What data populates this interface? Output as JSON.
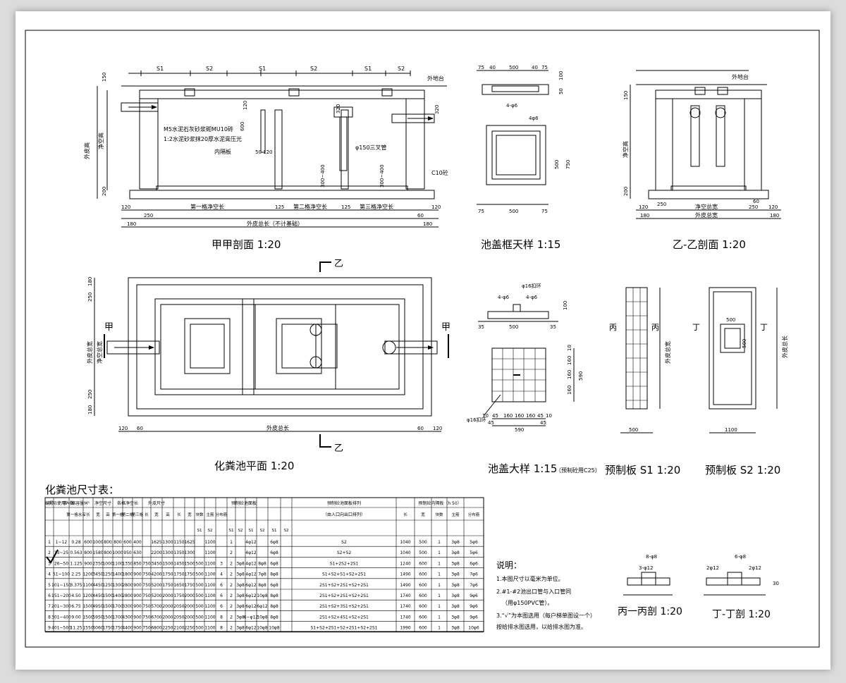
{
  "views": {
    "section_aa": {
      "title": "甲甲剖面 1:20"
    },
    "cover_frame": {
      "title": "池盖框天样 1:15"
    },
    "section_bb": {
      "title": "乙-乙剖面 1:20"
    },
    "plan": {
      "title": "化粪池平面 1:20"
    },
    "cover_detail": {
      "title": "池盖大样 1:15",
      "note": "（预制砼用C25）"
    },
    "slab_s1": {
      "title": "预制板 S1 1:20"
    },
    "slab_s2": {
      "title": "预制板 S2 1:20"
    },
    "section_cc": {
      "title": "丙一丙剖 1:20"
    },
    "section_dd": {
      "title": "丁-丁剖 1:20"
    }
  },
  "labels": {
    "s1": "S1",
    "s2": "S2",
    "ground": "外地台",
    "outer_height": "外皮高",
    "clear_height": "净空高",
    "wall_note": "M5水泥石灰砂浆砌MU10砖",
    "plaster_note": "1:2水泥砂浆抹20厚水泥膏压光",
    "partition": "内隔板",
    "tee_pipe": "φ150三叉管",
    "c10": "C10砼",
    "first_clear": "第一格净空长",
    "second_clear": "第二格净空长",
    "third_clear": "第三格净空长",
    "outer_length_nf": "外皮总长（不计基础）",
    "outer_length": "外皮总长",
    "outer_width": "外皮总宽",
    "clear_width": "净空总宽",
    "jia": "甲",
    "yi": "乙",
    "bing": "丙",
    "ding": "丁",
    "hook": "φ16扣环",
    "rebar_4d6": "4-φ6",
    "rebar_4d6b": "4φ6",
    "rebar_8d8": "8-φ8",
    "rebar_6d8": "6-φ8",
    "rebar_3d12": "3-φ12",
    "rebar_2d12": "2φ12",
    "d120": "120",
    "d180": "180",
    "d250": "250",
    "d200": "200",
    "d150": "150",
    "d320": "320",
    "d600": "600",
    "d50": "50",
    "d125": "125",
    "d300": "300",
    "d60": "60",
    "d75": "75",
    "d40": "40",
    "d500": "500",
    "d100": "100",
    "d750": "750",
    "d35": "35",
    "d10": "10",
    "d160": "160",
    "d45": "45",
    "d590": "590",
    "d1100": "1100",
    "d30": "30",
    "d300_400": "300~400",
    "d50_120": "50 120"
  },
  "table": {
    "title": "化粪池尺寸表：",
    "group_headers": [
      "编号",
      "实际使用人数",
      "第一格容量M³",
      "净空尺寸",
      "各格净空长",
      "外皮尺寸",
      "预制砼池面板",
      "预制砼池面板排列",
      "预制砼内隔板（h 50）"
    ],
    "group_sub": [
      "（由入口向出口排列）"
    ],
    "sub_headers": [
      "第一格水深",
      "长",
      "宽",
      "高",
      "第一格",
      "第二格",
      "第三格",
      "长",
      "宽",
      "高",
      "长",
      "宽",
      "块数",
      "主筋",
      "分布筋",
      "长",
      "宽",
      "块数",
      "主筋",
      "分布筋"
    ],
    "sub_sub": [
      "S1",
      "S2",
      "S1",
      "S2",
      "S1",
      "S2",
      "S1",
      "S2"
    ],
    "rows": [
      [
        "1",
        "1~12",
        "0.28",
        "600",
        "1000",
        "800",
        "800",
        "600",
        "400",
        "",
        "1625",
        "1300",
        "1150",
        "1625",
        "",
        "1100",
        "",
        "1",
        "",
        "4φ12",
        "",
        "6φ8",
        "S2",
        "1040",
        "500",
        "1",
        "3φ8",
        "5φ6"
      ],
      [
        "2",
        "13~25",
        "0.563",
        "800",
        "1580",
        "800",
        "1000",
        "950",
        "630",
        "",
        "2200",
        "1300",
        "1350",
        "1300",
        "",
        "1100",
        "",
        "2",
        "",
        "4φ12",
        "",
        "6φ8",
        "S2+S2",
        "1040",
        "500",
        "1",
        "3φ8",
        "5φ6"
      ],
      [
        "3",
        "26~50",
        "1.125",
        "900",
        "2350",
        "1000",
        "1100",
        "1350",
        "850",
        "750",
        "3450",
        "1500",
        "1450",
        "1500",
        "500",
        "1100",
        "3",
        "2",
        "3φ8",
        "4φ12",
        "8φ8",
        "6φ8",
        "S1+2S2+2S1",
        "1240",
        "600",
        "1",
        "3φ8",
        "6φ6"
      ],
      [
        "4",
        "51~100",
        "2.25",
        "1200",
        "3450",
        "1250",
        "1400",
        "1800",
        "900",
        "750",
        "4200",
        "1750",
        "1750",
        "1750",
        "500",
        "1100",
        "4",
        "2",
        "3φ8",
        "4φ12",
        "7φ8",
        "8φ8",
        "S1+S2+S1+S2+2S1",
        "1490",
        "600",
        "1",
        "3φ8",
        "7φ6"
      ],
      [
        "5",
        "101~150",
        "3.375",
        "1100",
        "4450",
        "1250",
        "1300",
        "2800",
        "900",
        "750",
        "5200",
        "1750",
        "1650",
        "1750",
        "500",
        "1100",
        "6",
        "2",
        "3φ8",
        "6φ12",
        "8φ8",
        "6φ8",
        "2S1+S2+2S1+S2+2S1",
        "1490",
        "600",
        "1",
        "3φ8",
        "7φ6"
      ],
      [
        "6",
        "151~200",
        "4.50",
        "1200",
        "4450",
        "1500",
        "1400",
        "2800",
        "900",
        "750",
        "5200",
        "2000",
        "1750",
        "2000",
        "500",
        "1100",
        "6",
        "2",
        "3φ8",
        "6φ12",
        "10φ8",
        "8φ8",
        "2S1+S2+2S1+S2+2S1",
        "1740",
        "600",
        "1",
        "3φ8",
        "9φ6"
      ],
      [
        "7",
        "201~300",
        "6.75",
        "1500",
        "4950",
        "1500",
        "1700",
        "3300",
        "900",
        "750",
        "5700",
        "2000",
        "2050",
        "2000",
        "500",
        "1100",
        "6",
        "2",
        "3φ8",
        "6φ12",
        "6φ12",
        "8φ8",
        "2S1+S2+3S1+S2+2S1",
        "1740",
        "600",
        "1",
        "3φ8",
        "9φ6"
      ],
      [
        "8",
        "301~400",
        "9.00",
        "1500",
        "5950",
        "1500",
        "1700",
        "4300",
        "900",
        "750",
        "6700",
        "2000",
        "2050",
        "2000",
        "500",
        "1100",
        "8",
        "2",
        "3φ8",
        "6~φ12",
        "10φ8",
        "8φ8",
        "2S1+S2+4S1+S2+2S1",
        "1740",
        "600",
        "1",
        "3φ8",
        "9φ6"
      ],
      [
        "9",
        "401~500",
        "11.25",
        "1550",
        "6060",
        "1750",
        "1750",
        "4400",
        "900",
        "750",
        "6800",
        "2250",
        "2100",
        "2250",
        "500",
        "1100",
        "8",
        "2",
        "3φ8",
        "6φ12",
        "10φ8",
        "10φ8",
        "S1+S2+2S1+S2+2S1+S2+2S1",
        "1990",
        "600",
        "1",
        "3φ8",
        "10φ6"
      ]
    ]
  },
  "notes": {
    "title": "说明：",
    "lines": [
      "1.本图尺寸以毫米为单位。",
      "2.#1-#2池出口管与入口管同",
      "（用φ150PVC管）。",
      "3.“√”为本图选用（每户梯单图设一个）",
      "按给排水图选用，以给排水图为准。"
    ]
  }
}
